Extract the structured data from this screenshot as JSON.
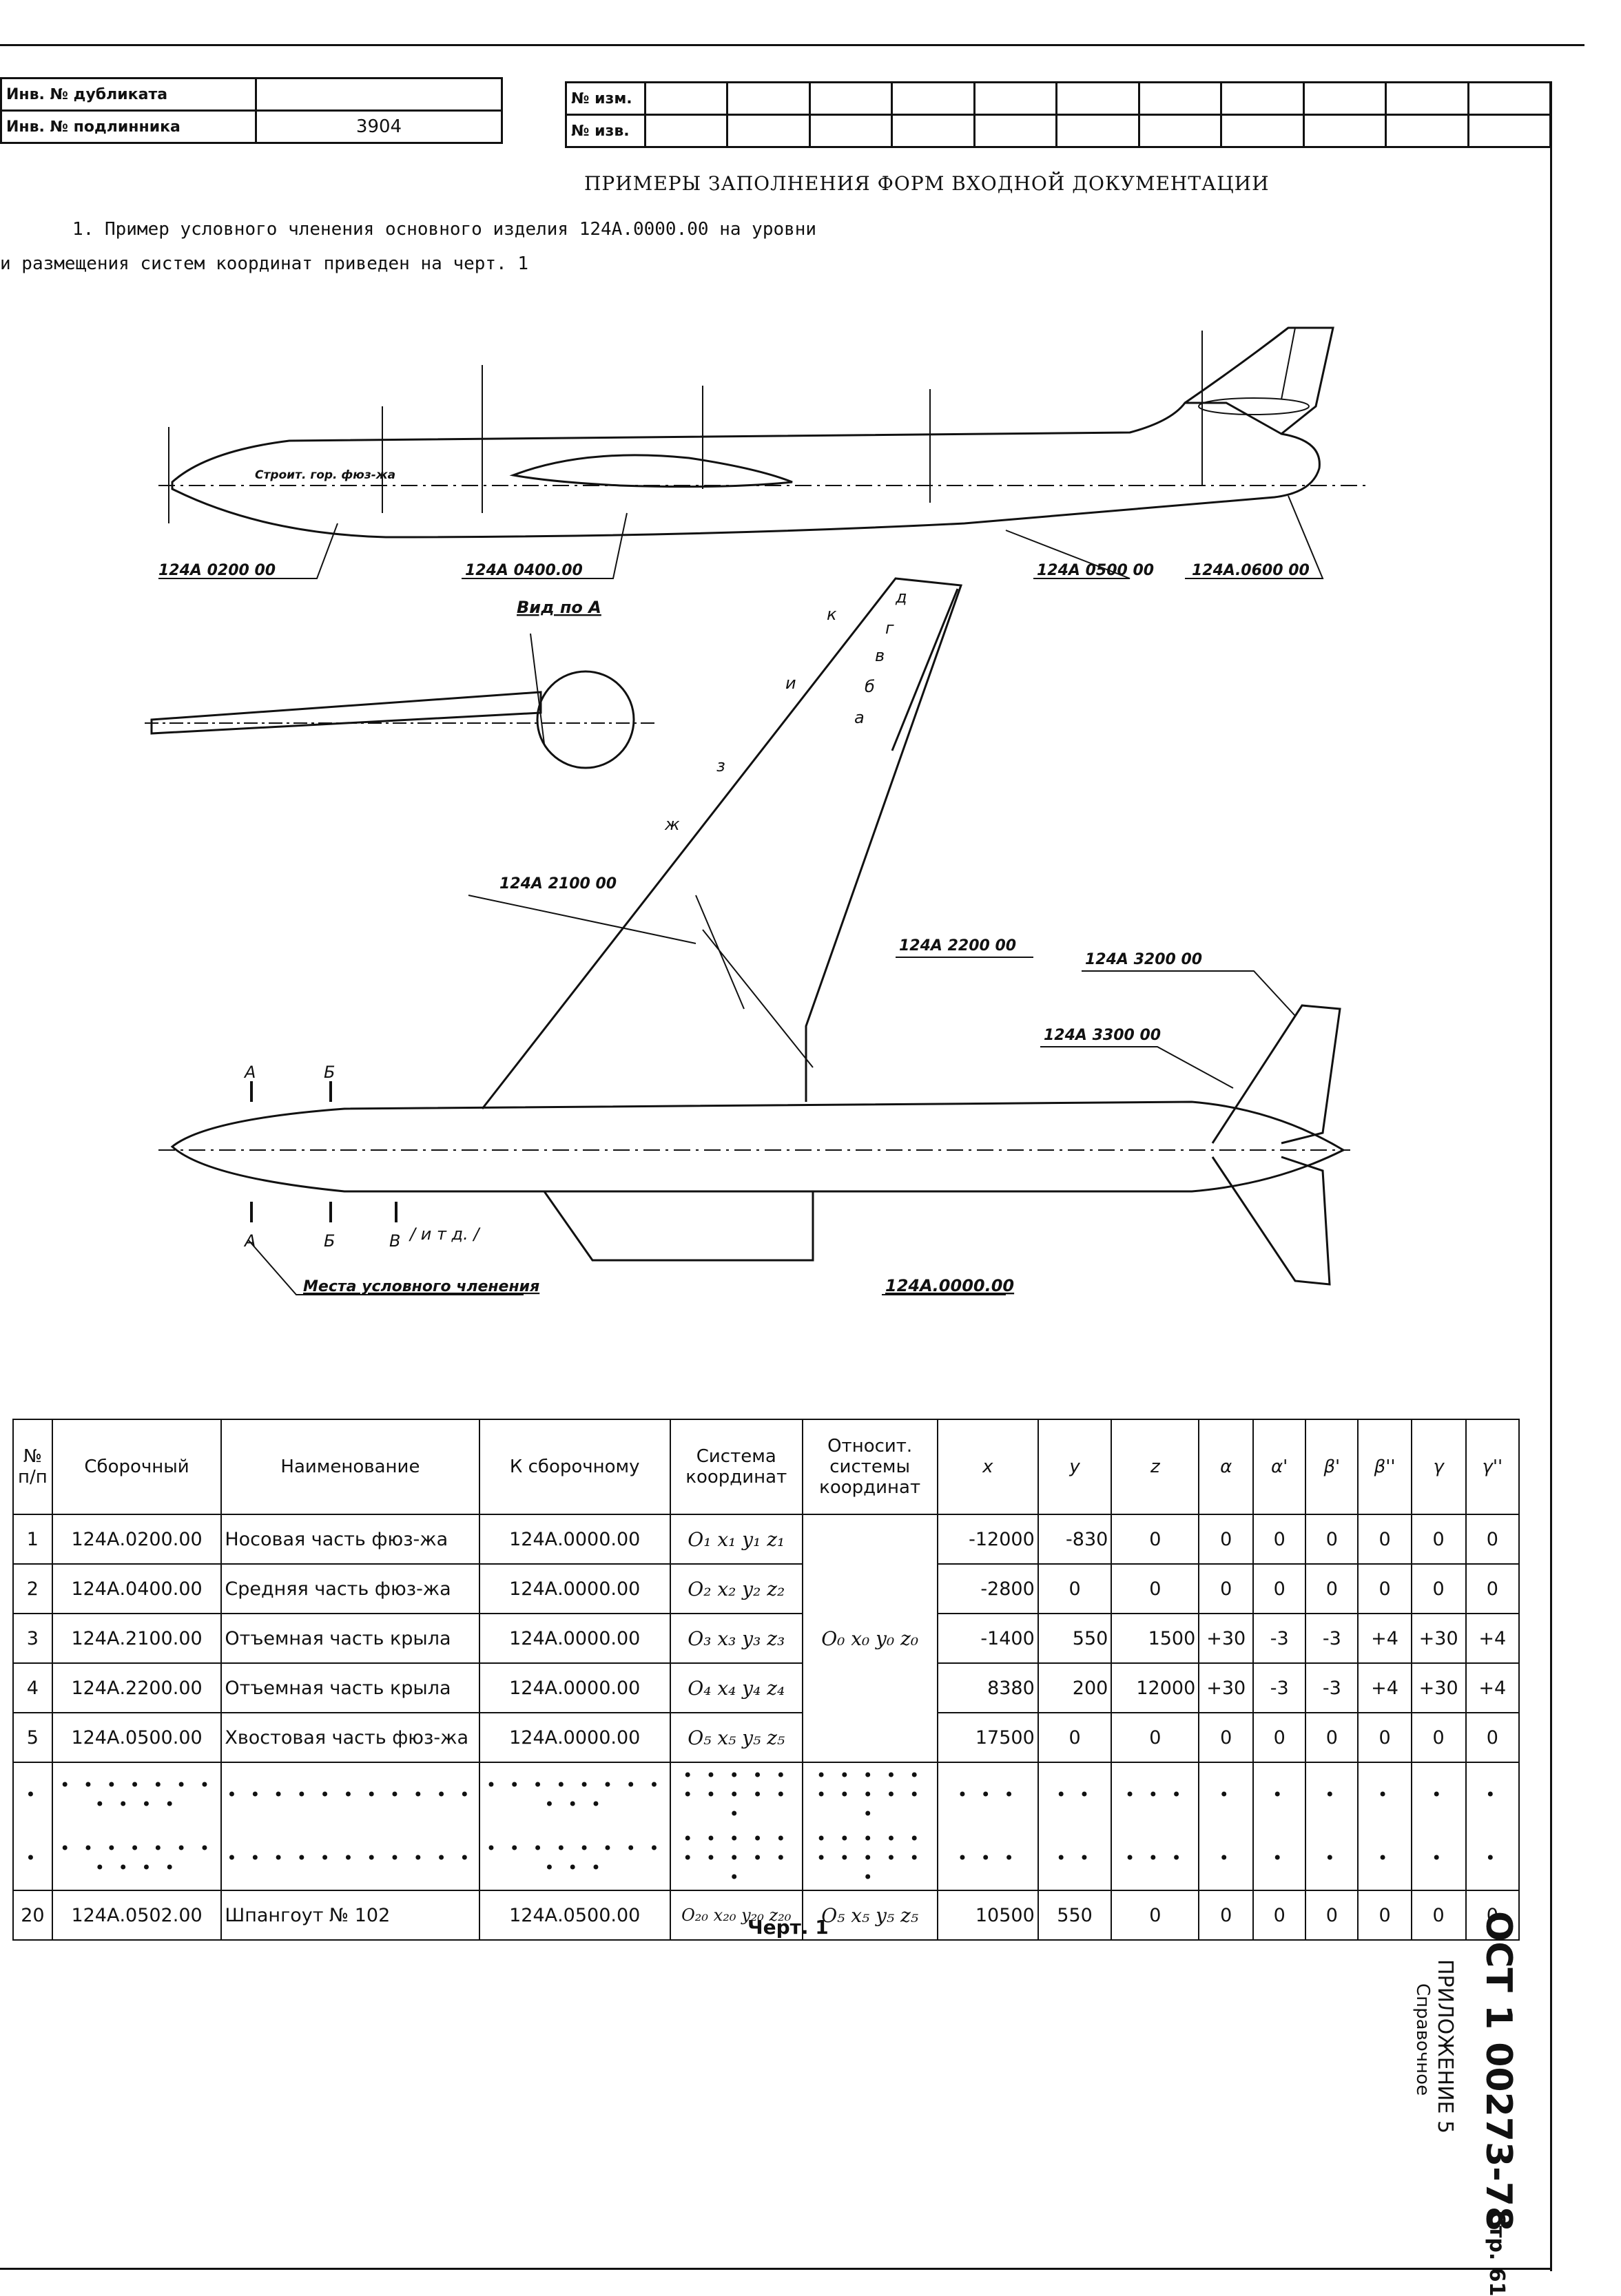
{
  "stamp": {
    "dup_label": "Инв. № дубликата",
    "orig_label": "Инв. № подлинника",
    "orig_value": "3904",
    "izm_label": "№ изм.",
    "izv_label": "№ изв."
  },
  "heading": "ПРИМЕРЫ ЗАПОЛНЕНИЯ ФОРМ ВХОДНОЙ ДОКУМЕНТАЦИИ",
  "intro_line1": "1. Пример условного членения основного изделия 124А.0000.00 на уровни",
  "intro_line2": "и размещения систем координат приведен на черт. 1",
  "drawing": {
    "side_parts": [
      "124А 0200 00",
      "124А 0400.00",
      "124А 0500 00",
      "124А.0600 00"
    ],
    "view_label": "Вид по А",
    "construction_line": "Строит. гор. фюз-жа",
    "wing_parts": [
      "124А 2100 00",
      "124А 2200 00"
    ],
    "tail_parts": [
      "124А 3200 00",
      "124А 3300 00"
    ],
    "plan_label": "124А.0000.00",
    "sections_note": "Места условного членения",
    "sections_etc": "/ и т д. /",
    "section_letters": [
      "А",
      "Б",
      "В"
    ],
    "wing_letters": [
      "к",
      "и",
      "з",
      "ж",
      "д",
      "г",
      "в",
      "б",
      "а"
    ]
  },
  "table": {
    "headers": [
      "№ п/п",
      "Сборочный",
      "Наименование",
      "К сборочному",
      "Система координат",
      "Относит. системы координат",
      "x",
      "y",
      "z",
      "α",
      "α'",
      "β'",
      "β''",
      "γ",
      "γ''"
    ],
    "relative_system": "O₀ x₀ y₀ z₀",
    "rows": [
      {
        "n": "1",
        "assembly": "124А.0200.00",
        "name": "Носовая часть фюз-жа",
        "parent": "124А.0000.00",
        "system": "O₁ x₁ y₁ z₁",
        "x": "-12000",
        "y": "-830",
        "z": "0",
        "a": "0",
        "a1": "0",
        "b1": "0",
        "b2": "0",
        "g": "0",
        "g2": "0"
      },
      {
        "n": "2",
        "assembly": "124А.0400.00",
        "name": "Средняя часть фюз-жа",
        "parent": "124А.0000.00",
        "system": "O₂ x₂ y₂ z₂",
        "x": "-2800",
        "y": "0",
        "z": "0",
        "a": "0",
        "a1": "0",
        "b1": "0",
        "b2": "0",
        "g": "0",
        "g2": "0"
      },
      {
        "n": "3",
        "assembly": "124А.2100.00",
        "name": "Отъемная часть крыла",
        "parent": "124А.0000.00",
        "system": "O₃ x₃ y₃ z₃",
        "x": "-1400",
        "y": "550",
        "z": "1500",
        "a": "+30",
        "a1": "-3",
        "b1": "-3",
        "b2": "+4",
        "g": "+30",
        "g2": "+4"
      },
      {
        "n": "4",
        "assembly": "124А.2200.00",
        "name": "Отъемная часть крыла",
        "parent": "124А.0000.00",
        "system": "O₄ x₄ y₄ z₄",
        "x": "8380",
        "y": "200",
        "z": "12000",
        "a": "+30",
        "a1": "-3",
        "b1": "-3",
        "b2": "+4",
        "g": "+30",
        "g2": "+4"
      },
      {
        "n": "5",
        "assembly": "124А.0500.00",
        "name": "Хвостовая часть фюз-жа",
        "parent": "124А.0000.00",
        "system": "O₅ x₅ y₅ z₅",
        "x": "17500",
        "y": "0",
        "z": "0",
        "a": "0",
        "a1": "0",
        "b1": "0",
        "b2": "0",
        "g": "0",
        "g2": "0"
      }
    ],
    "last_row": {
      "n": "20",
      "assembly": "124А.0502.00",
      "name": "Шпангоут № 102",
      "parent": "124А.0500.00",
      "system": "O₂₀ x₂₀ y₂₀ z₂₀",
      "relative": "O₅ x₅ y₅ z₅",
      "x": "10500",
      "y": "550",
      "z": "0",
      "a": "0",
      "a1": "0",
      "b1": "0",
      "b2": "0",
      "g": "0",
      "g2": "0"
    },
    "dots": "• • • • • • • • • • •"
  },
  "caption": "Черт. 1",
  "side_stamp": {
    "ost": "ОСТ 1 00273-78",
    "page": "Стр. 61",
    "appendix": "ПРИЛОЖЕНИЕ 5",
    "reference": "Справочное"
  }
}
